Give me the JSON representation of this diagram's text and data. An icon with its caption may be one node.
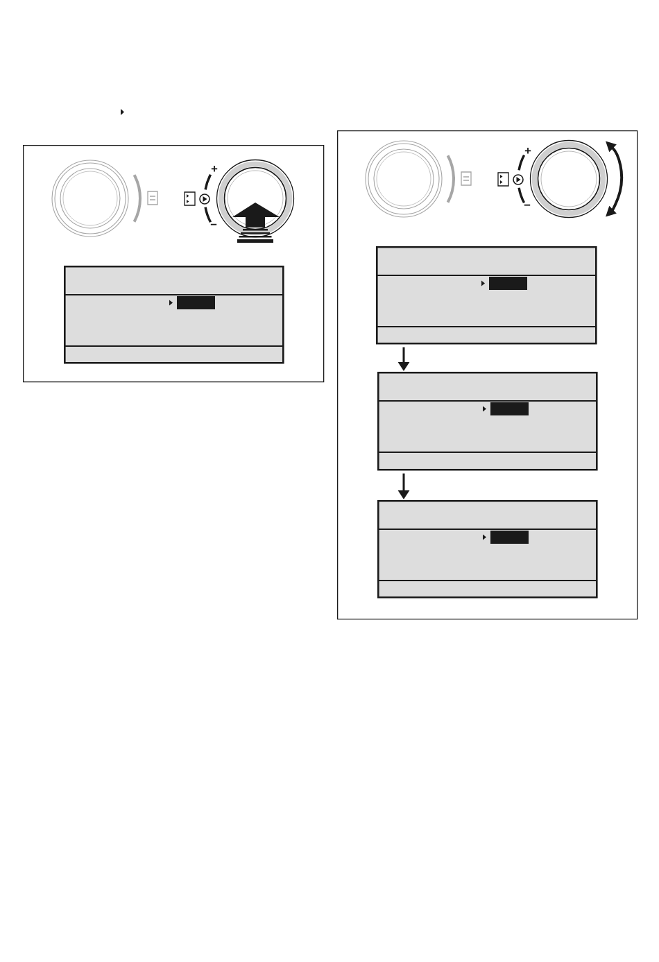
{
  "diagram": {
    "nodes": [
      {
        "text": [],
        "shape": "box"
      },
      {
        "text": [],
        "shape": "box",
        "in": 0
      },
      {
        "text": [],
        "shape": "box"
      },
      {
        "text": [],
        "shape": "box",
        "in": 2
      },
      {
        "text": [],
        "shape": "box",
        "in": 2
      },
      {
        "text": [],
        "shape": "box",
        "in": 2
      }
    ],
    "edges": [
      {
        "from": 3,
        "to": 4,
        "arrow": "to"
      },
      {
        "from": 4,
        "to": 5,
        "arrow": "to"
      }
    ],
    "labels": [
      "+",
      "−",
      "+",
      "−"
    ]
  }
}
